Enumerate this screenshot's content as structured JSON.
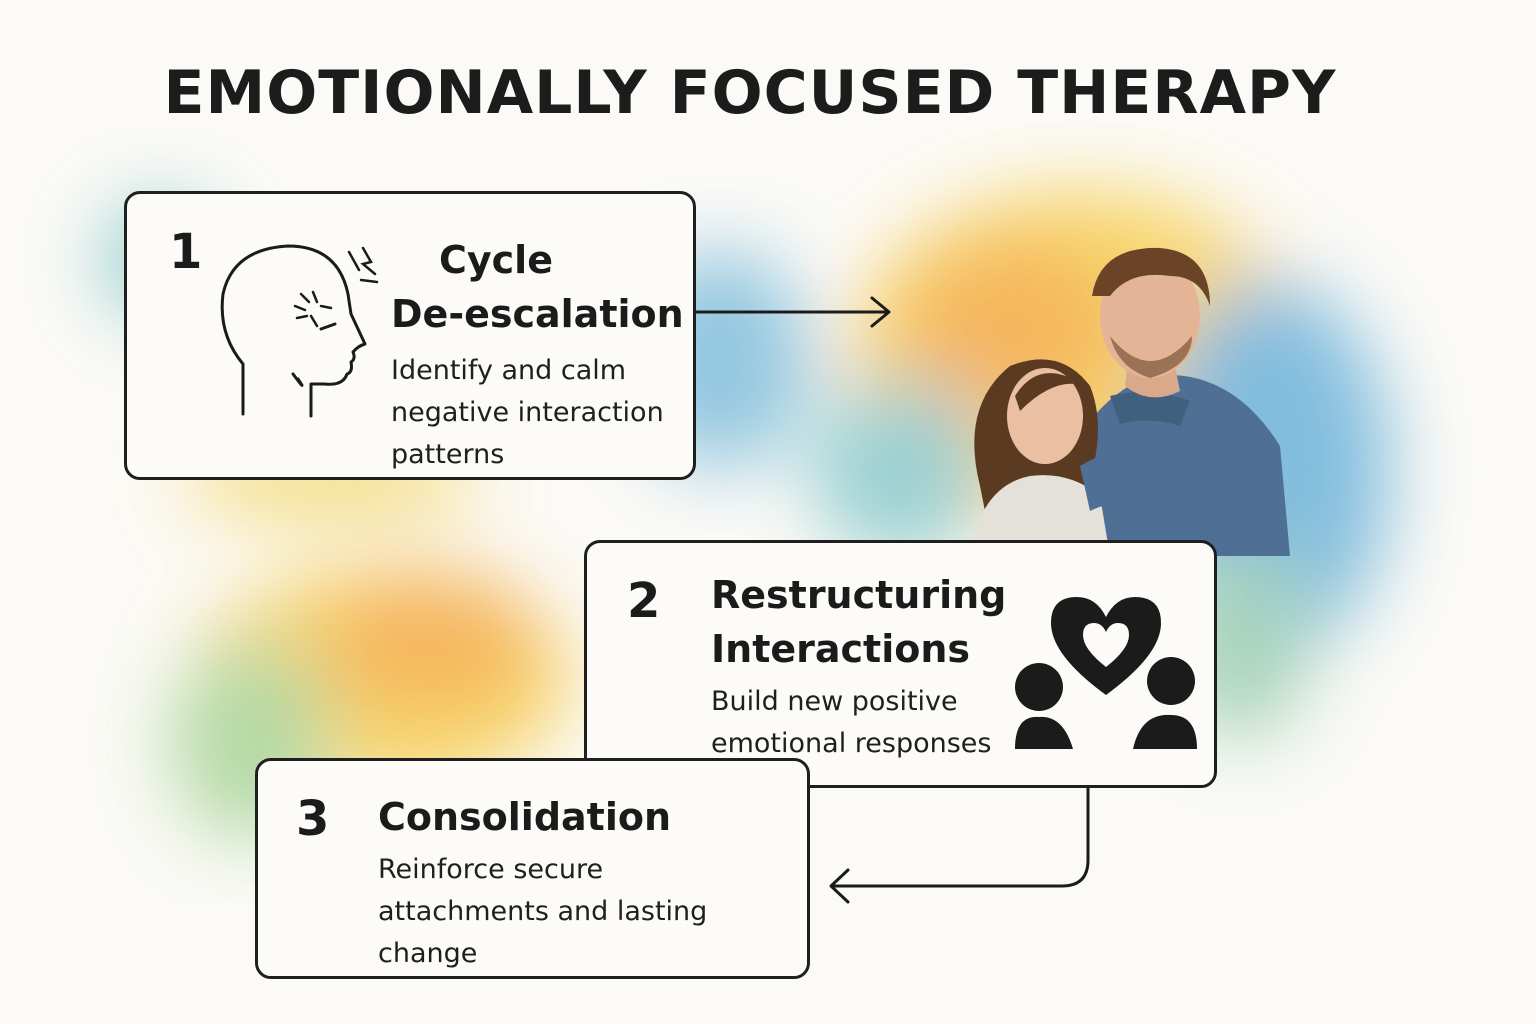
{
  "title": "EMOTIONALLY FOCUSED THERAPY",
  "steps": [
    {
      "number": "1",
      "heading": [
        "Cycle",
        "De-escalation"
      ],
      "description": [
        "Identify and calm",
        "negative interaction",
        "patterns"
      ],
      "icon": "stressed-head-icon"
    },
    {
      "number": "2",
      "heading": [
        "Restructuring",
        "Interactions"
      ],
      "description": [
        "Build new positive",
        "emotional responses"
      ],
      "icon": "two-people-heart-icon"
    },
    {
      "number": "3",
      "heading": [
        "Consolidation"
      ],
      "description": [
        "Reinforce secure",
        "attachments and lasting",
        "change"
      ],
      "icon": ""
    }
  ],
  "colors": {
    "yellow": "#f6c93a",
    "orange": "#f3a02a",
    "blue": "#5aa9d6",
    "teal": "#7cc3c6",
    "ink": "#1b1b1b",
    "card": "#fcfbf8",
    "shirt": "#4f6f94"
  }
}
